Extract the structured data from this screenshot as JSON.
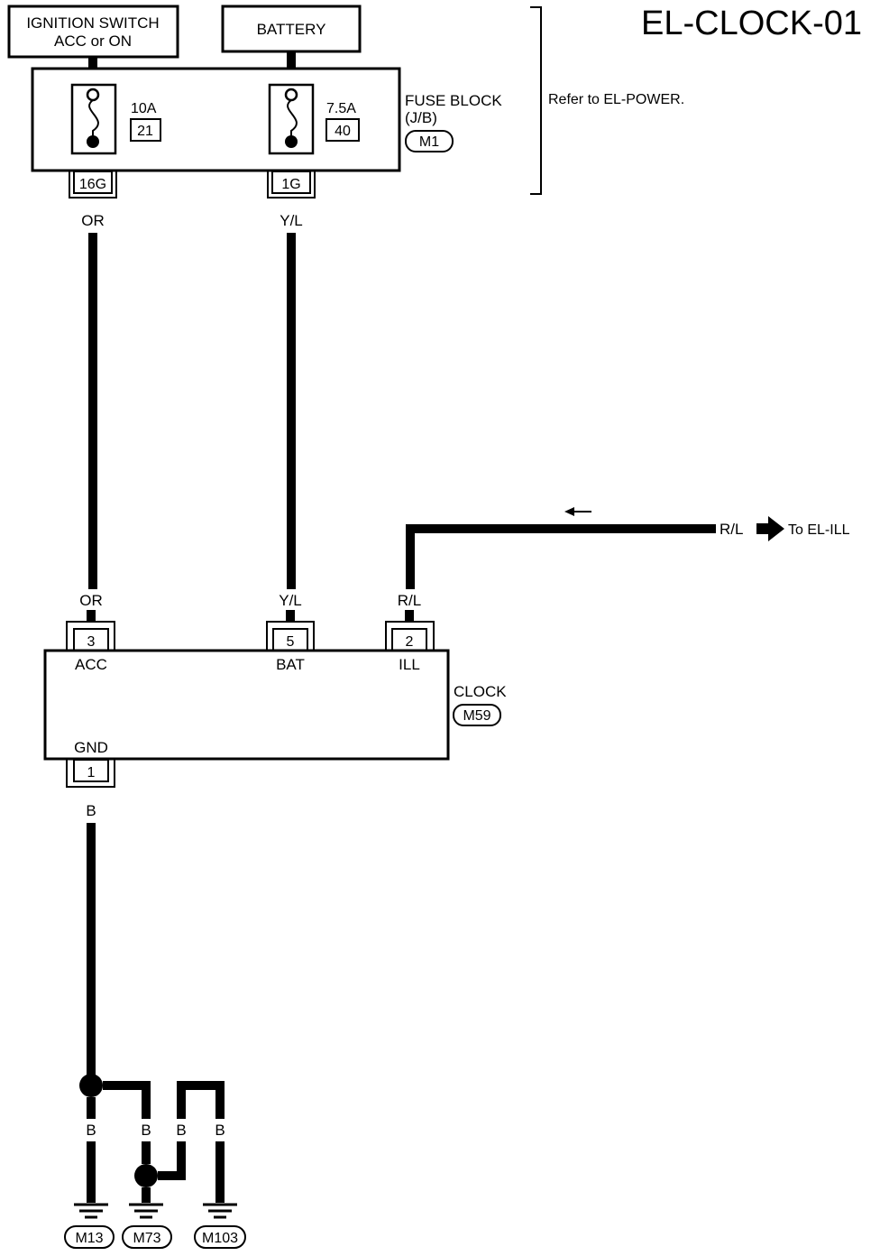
{
  "diagram_id": "EL-CLOCK-01",
  "sources": {
    "ignition": [
      "IGNITION SWITCH",
      "ACC or ON"
    ],
    "battery": "BATTERY"
  },
  "fuse_block": {
    "name": "FUSE BLOCK",
    "sub": "(J/B)",
    "connector": "M1",
    "refer": "Refer to EL-POWER.",
    "fuses": [
      {
        "amp": "10A",
        "num": "21",
        "terminal": "16G",
        "wire": "OR"
      },
      {
        "amp": "7.5A",
        "num": "40",
        "terminal": "1G",
        "wire": "Y/L"
      }
    ]
  },
  "illumination": {
    "wire": "R/L",
    "dest": "To EL-ILL"
  },
  "clock": {
    "name": "CLOCK",
    "connector": "M59",
    "pins": [
      {
        "num": "3",
        "label": "ACC",
        "wire": "OR"
      },
      {
        "num": "5",
        "label": "BAT",
        "wire": "Y/L"
      },
      {
        "num": "2",
        "label": "ILL",
        "wire": "R/L"
      },
      {
        "num": "1",
        "label": "GND",
        "wire": "B"
      }
    ]
  },
  "grounds": {
    "wires": [
      "B",
      "B",
      "B",
      "B"
    ],
    "points": [
      "M13",
      "M73",
      "M103"
    ]
  }
}
